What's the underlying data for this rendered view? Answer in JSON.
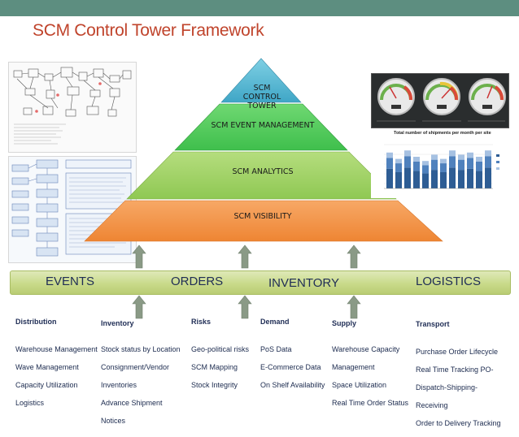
{
  "title": "SCM Control Tower Framework",
  "pyramid": {
    "levels": [
      {
        "label": "SCM CONTROL TOWER",
        "color": "#4fb3cf"
      },
      {
        "label": "SCM EVENT MANAGEMENT",
        "color": "#55c957"
      },
      {
        "label": "SCM ANALYTICS",
        "color": "#9fd35e"
      },
      {
        "label": "SCM VISIBILITY",
        "color": "#f39441"
      }
    ]
  },
  "band": {
    "labels": [
      "EVENTS",
      "ORDERS",
      "INVENTORY",
      "LOGISTICS"
    ],
    "color": "#c9da8a"
  },
  "arrow_color": "#8a9a86",
  "categories": [
    {
      "heading": "Distribution",
      "items": [
        "Warehouse Management",
        "Wave Management",
        "Capacity Utilization",
        "Logistics"
      ]
    },
    {
      "heading": "Inventory",
      "items": [
        "Stock status by Location",
        "Consignment/Vendor",
        "Inventories",
        "Advance Shipment",
        "Notices"
      ]
    },
    {
      "heading": "Risks",
      "items": [
        "Geo-political risks",
        "SCM Mapping",
        "Stock Integrity"
      ]
    },
    {
      "heading": "Demand",
      "items": [
        "PoS Data",
        "E-Commerce Data",
        "On Shelf Availability"
      ]
    },
    {
      "heading": "Supply",
      "items": [
        "Warehouse Capacity",
        "Management",
        "Space Utilization",
        "Real Time Order Status"
      ]
    },
    {
      "heading": "Transport",
      "items": [
        "Purchase Order Lifecycle",
        "Real Time Tracking PO-",
        "Dispatch-Shipping-",
        "Receiving",
        "Order to Delivery Tracking"
      ]
    }
  ],
  "side_chart": {
    "title": "Total number of shipments per month per site"
  }
}
